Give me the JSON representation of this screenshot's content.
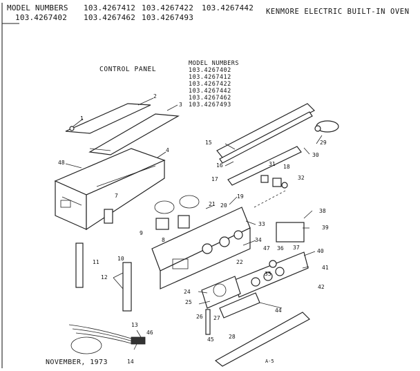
{
  "header": {
    "label": "MODEL NUMBERS",
    "row1": [
      "103.4267412",
      "103.4267422",
      "103.4267442"
    ],
    "row2": [
      "103.4267402",
      "103.4267462",
      "103.4267493"
    ],
    "title": "KENMORE ELECTRIC BUILT-IN OVEN"
  },
  "diagram": {
    "section_title": "CONTROL PANEL",
    "models_heading": "MODEL NUMBERS",
    "models": [
      "103.4267402",
      "103.4267412",
      "103.4267422",
      "103.4267442",
      "103.4267462",
      "103.4267493"
    ],
    "callouts": [
      "1",
      "2",
      "3",
      "4",
      "48",
      "7",
      "8",
      "9",
      "10",
      "11",
      "12",
      "13",
      "46",
      "14",
      "15",
      "16",
      "17",
      "29",
      "30",
      "31",
      "18",
      "32",
      "38",
      "39",
      "19",
      "20",
      "21",
      "33",
      "34",
      "22",
      "47",
      "36",
      "37",
      "40",
      "35",
      "41",
      "42",
      "24",
      "25",
      "26",
      "27",
      "44",
      "45",
      "28"
    ]
  },
  "footer": {
    "date": "NOVEMBER, 1973",
    "page": "A-5"
  }
}
